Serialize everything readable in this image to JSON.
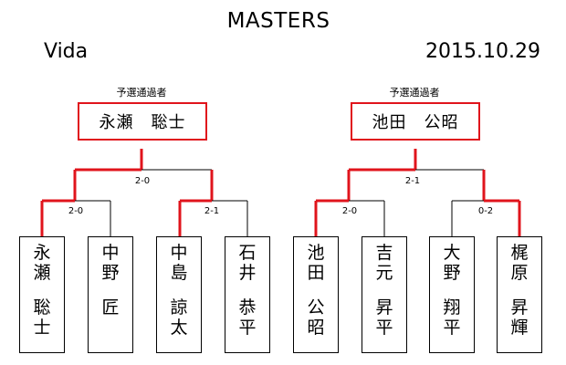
{
  "header": {
    "title": "MASTERS",
    "venue": "Vida",
    "date": "2015.10.29"
  },
  "colors": {
    "winner_path": "#e0141c",
    "loser_path": "#000000"
  },
  "left_block": {
    "qualifier_label": "予選通過者",
    "qualifier_name": "永瀬　聡士",
    "final_score": "2-0",
    "semis": [
      {
        "score": "2-0"
      },
      {
        "score": "2-1"
      }
    ],
    "players": [
      {
        "family": "永瀬",
        "given": "聡士"
      },
      {
        "family": "中野",
        "given": "匠"
      },
      {
        "family": "中島",
        "given": "諒太"
      },
      {
        "family": "石井",
        "given": "恭平"
      }
    ]
  },
  "right_block": {
    "qualifier_label": "予選通過者",
    "qualifier_name": "池田　公昭",
    "final_score": "2-1",
    "semis": [
      {
        "score": "2-0"
      },
      {
        "score": "0-2"
      }
    ],
    "players": [
      {
        "family": "池田",
        "given": "公昭"
      },
      {
        "family": "吉元",
        "given": "昇平"
      },
      {
        "family": "大野",
        "given": "翔平"
      },
      {
        "family": "梶原",
        "given": "昇輝"
      }
    ]
  }
}
